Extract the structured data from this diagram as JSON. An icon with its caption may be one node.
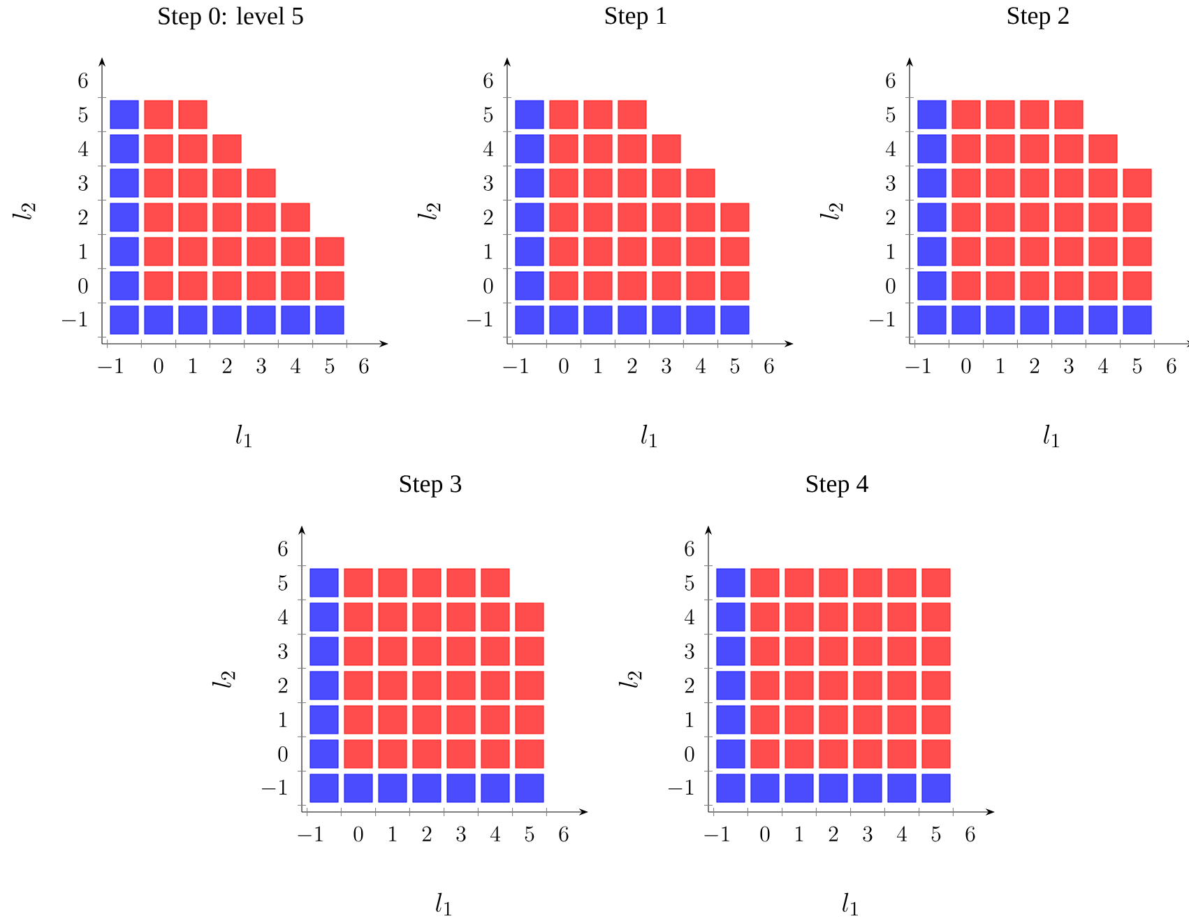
{
  "diagram": {
    "labels": [
      "Step 0: level 5",
      "6",
      "5",
      "4",
      "3",
      "2",
      "1",
      "0",
      "-1",
      "l_2",
      "-1",
      "0",
      "1",
      "2",
      "3",
      "4",
      "5",
      "6",
      "l_1",
      "Step 1",
      "6",
      "5",
      "4",
      "3",
      "2",
      "1",
      "0",
      "-1",
      "l_2",
      "-1",
      "0",
      "1",
      "2",
      "3",
      "4",
      "5",
      "6",
      "l_1",
      "Step 2",
      "6",
      "5",
      "4",
      "3",
      "2",
      "1",
      "0",
      "-1",
      "l_2",
      "-1",
      "0",
      "1",
      "2",
      "3",
      "4",
      "5",
      "6",
      "l_1",
      "Step 3",
      "6",
      "5",
      "4",
      "3",
      "2",
      "1",
      "0",
      "-1",
      "l_2",
      "-1",
      "0",
      "1",
      "2",
      "3",
      "4",
      "5",
      "6",
      "l_1",
      "Step 4",
      "6",
      "5",
      "4",
      "3",
      "2",
      "1",
      "0",
      "-1",
      "l_2",
      "-1",
      "0",
      "1",
      "2",
      "3",
      "4",
      "5",
      "6",
      "l_1"
    ]
  }
}
